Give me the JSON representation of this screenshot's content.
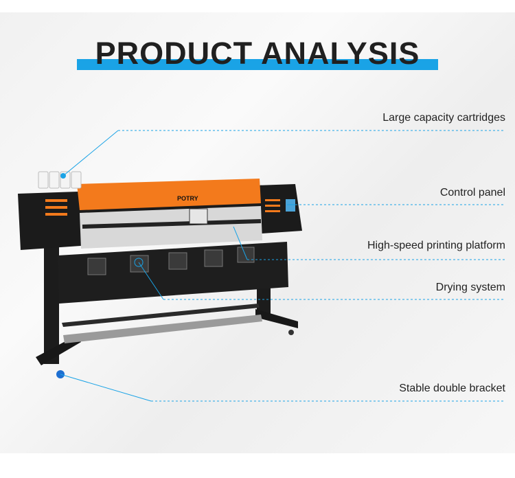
{
  "page": {
    "title": "PRODUCT ANALYSIS",
    "accent_color": "#1aa3e6"
  },
  "printer": {
    "logo_text": "POTRY"
  },
  "callouts": [
    {
      "label": "Large capacity cartridges"
    },
    {
      "label": "Control panel"
    },
    {
      "label": "High-speed printing platform"
    },
    {
      "label": "Drying system"
    },
    {
      "label": "Stable double bracket"
    }
  ]
}
